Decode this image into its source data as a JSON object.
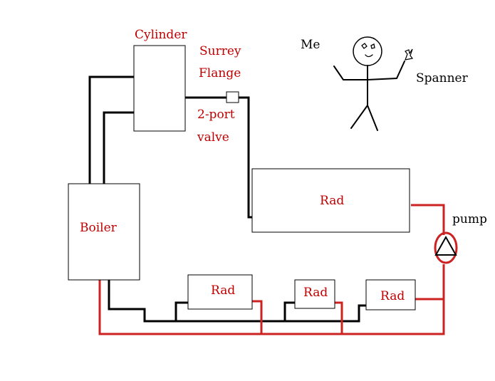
{
  "labels": {
    "cylinder": "Cylinder",
    "surrey": "Surrey",
    "flange": "Flange",
    "two_port": "2-port",
    "valve": "valve",
    "me": "Me",
    "spanner": "Spanner",
    "boiler": "Boiler",
    "rad_top": "Rad",
    "rad_1": "Rad",
    "rad_2": "Rad",
    "rad_3": "Rad",
    "pump": "pump"
  },
  "colors": {
    "flow_pipe": "#000000",
    "return_pipe": "#cc2222",
    "label_red": "#c00000",
    "label_black": "#000000"
  }
}
